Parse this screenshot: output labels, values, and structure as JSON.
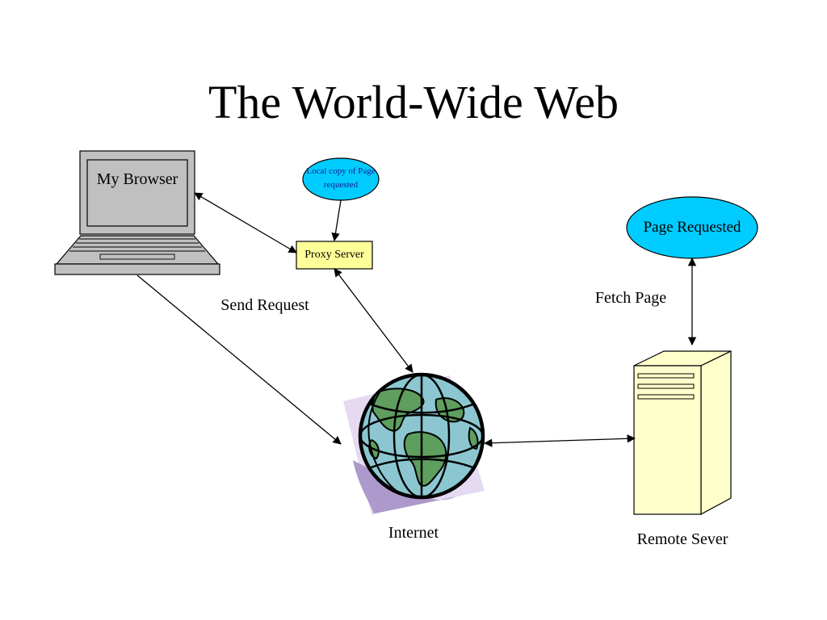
{
  "title": "The World-Wide Web",
  "nodes": {
    "browser": {
      "label": "My Browser"
    },
    "proxy": {
      "label": "Proxy Server"
    },
    "local_copy": {
      "label": "Local copy of Page requested"
    },
    "internet": {
      "label": "Internet"
    },
    "page_requested": {
      "label": "Page Requested"
    },
    "remote_server": {
      "label": "Remote Sever"
    }
  },
  "edges": {
    "send_request": {
      "label": "Send Request"
    },
    "fetch_page": {
      "label": "Fetch Page"
    }
  },
  "colors": {
    "proxy_fill": "#ffff99",
    "ellipse_fill": "#00ccff",
    "server_fill": "#ffffcc",
    "laptop_fill": "#c0c0c0",
    "globe_ocean": "#8cc7d1",
    "globe_land": "#5e9e5e",
    "globe_shadow": "#ad99cc",
    "globe_backdrop": "#e6daf2"
  }
}
